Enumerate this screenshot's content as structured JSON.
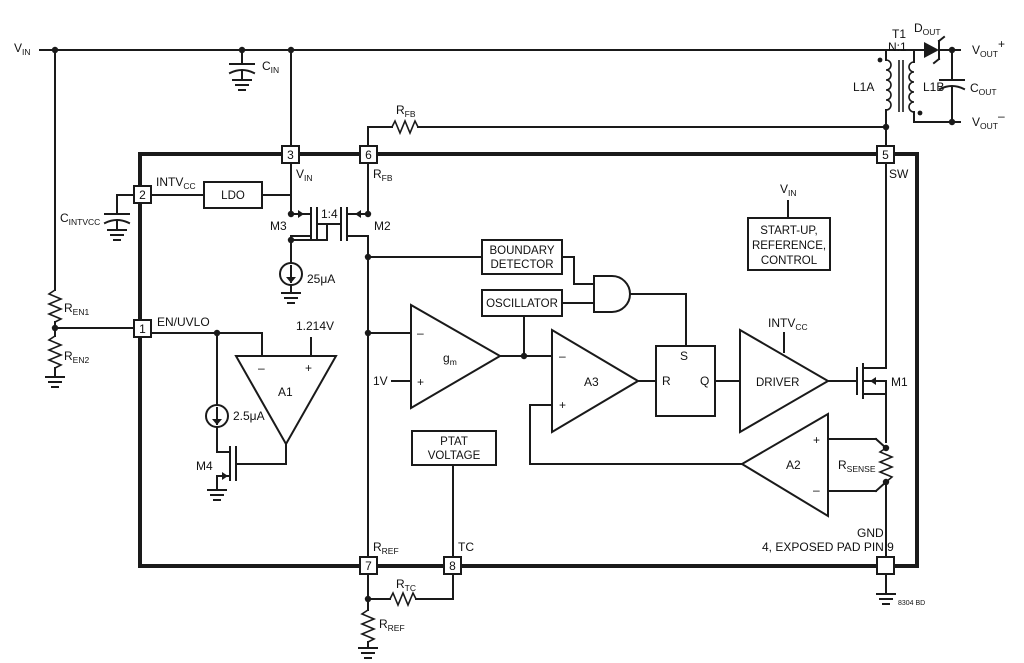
{
  "pins": {
    "p1": "1",
    "p2": "2",
    "p3": "3",
    "p5": "5",
    "p6": "6",
    "p7": "7",
    "p8": "8"
  },
  "blocks": {
    "ldo": "LDO",
    "boundary_l1": "BOUNDARY",
    "boundary_l2": "DETECTOR",
    "oscillator": "OSCILLATOR",
    "startup_l1": "START-UP,",
    "startup_l2": "REFERENCE,",
    "startup_l3": "CONTROL",
    "ptat_l1": "PTAT",
    "ptat_l2": "VOLTAGE",
    "driver": "DRIVER",
    "gm": "g",
    "gm_sub": "m",
    "a1": "A1",
    "a2": "A2",
    "a3": "A3",
    "ff_s": "S",
    "ff_r": "R",
    "ff_q": "Q"
  },
  "labels": {
    "vin_main": "V",
    "vin_main_sub": "IN",
    "cin": "C",
    "cin_sub": "IN",
    "cintvcc": "C",
    "cintvcc_sub": "INTVCC",
    "intvcc_pin": "INTV",
    "intvcc_pin_sub": "CC",
    "ren1": "R",
    "ren1_sub": "EN1",
    "ren2": "R",
    "ren2_sub": "EN2",
    "en_uvlo": "EN/UVLO",
    "vin_pin": "V",
    "vin_pin_sub": "IN",
    "rfb_top": "R",
    "rfb_top_sub": "FB",
    "rfb_pin": "R",
    "rfb_pin_sub": "FB",
    "sw": "SW",
    "m3": "M3",
    "m2": "M2",
    "m4": "M4",
    "m1": "M1",
    "ratio": "1:4",
    "i25u": "25μA",
    "i2p5u": "2.5μA",
    "vref1214": "1.214V",
    "one_v": "1V",
    "minus": "–",
    "plus": "+",
    "vin_start": "V",
    "vin_start_sub": "IN",
    "intvcc_drv": "INTV",
    "intvcc_drv_sub": "CC",
    "rsense": "R",
    "rsense_sub": "SENSE",
    "gnd": "GND",
    "gnd_pin": "4, EXPOSED PAD PIN 9",
    "rref_pin": "R",
    "rref_pin_sub": "REF",
    "tc": "TC",
    "rtc": "R",
    "rtc_sub": "TC",
    "rref_res": "R",
    "rref_res_sub": "REF",
    "t1": "T1",
    "n1": "N:1",
    "l1a": "L1A",
    "l1b": "L1B",
    "dout": "D",
    "dout_sub": "OUT",
    "vout_p": "V",
    "vout_p_sub": "OUT",
    "vout_n": "V",
    "vout_n_sub": "OUT",
    "cout": "C",
    "cout_sub": "OUT",
    "fig_code": "8304 BD"
  }
}
